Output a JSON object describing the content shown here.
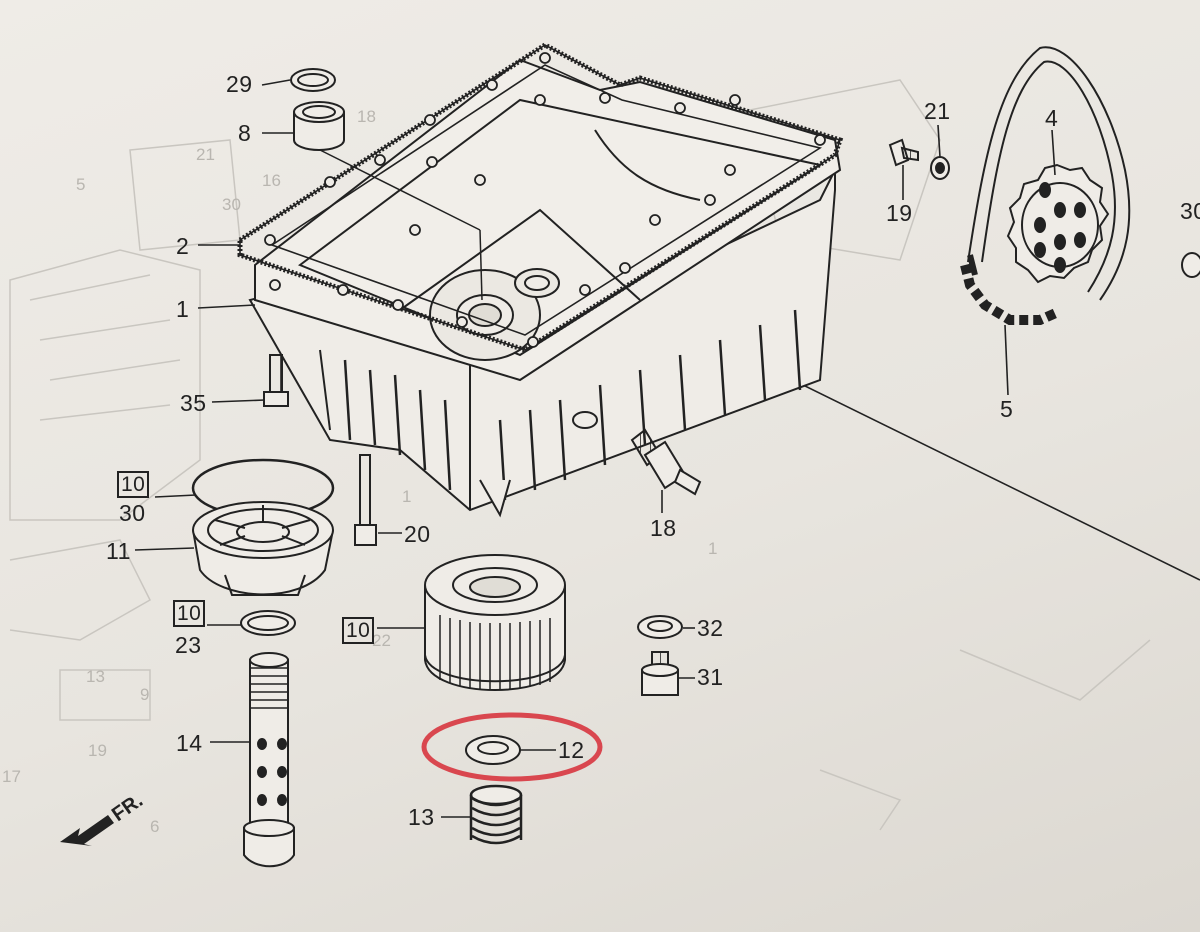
{
  "diagram": {
    "direction_label": "FR.",
    "highlight": {
      "part": "12",
      "color": "#d9474f"
    },
    "parts": [
      {
        "id": "29",
        "name": "o-ring"
      },
      {
        "id": "8",
        "name": "dowel-collar"
      },
      {
        "id": "2",
        "name": "oil-pan-gasket"
      },
      {
        "id": "1",
        "name": "oil-pan"
      },
      {
        "id": "35",
        "name": "flange-bolt"
      },
      {
        "id": "30",
        "name": "o-ring-filter-cover",
        "boxed_ref": "10"
      },
      {
        "id": "11",
        "name": "oil-filter-cover"
      },
      {
        "id": "20",
        "name": "long-bolt"
      },
      {
        "id": "23",
        "name": "o-ring-pipe",
        "boxed_ref": "10"
      },
      {
        "id": "10",
        "name": "oil-filter-element",
        "boxed": true
      },
      {
        "id": "14",
        "name": "oil-pipe"
      },
      {
        "id": "12",
        "name": "washer"
      },
      {
        "id": "13",
        "name": "spring"
      },
      {
        "id": "18",
        "name": "oil-pressure-switch"
      },
      {
        "id": "32",
        "name": "sealing-washer"
      },
      {
        "id": "31",
        "name": "drain-bolt"
      },
      {
        "id": "21",
        "name": "nut"
      },
      {
        "id": "19",
        "name": "bolt"
      },
      {
        "id": "4",
        "name": "sprocket"
      },
      {
        "id": "5",
        "name": "cam-chain"
      },
      {
        "id": "30",
        "name": "partial-label-edge"
      }
    ],
    "ghost_labels": [
      "21",
      "5",
      "18",
      "16",
      "30",
      "13",
      "9",
      "19",
      "17",
      "6",
      "1",
      "22",
      "1"
    ]
  }
}
